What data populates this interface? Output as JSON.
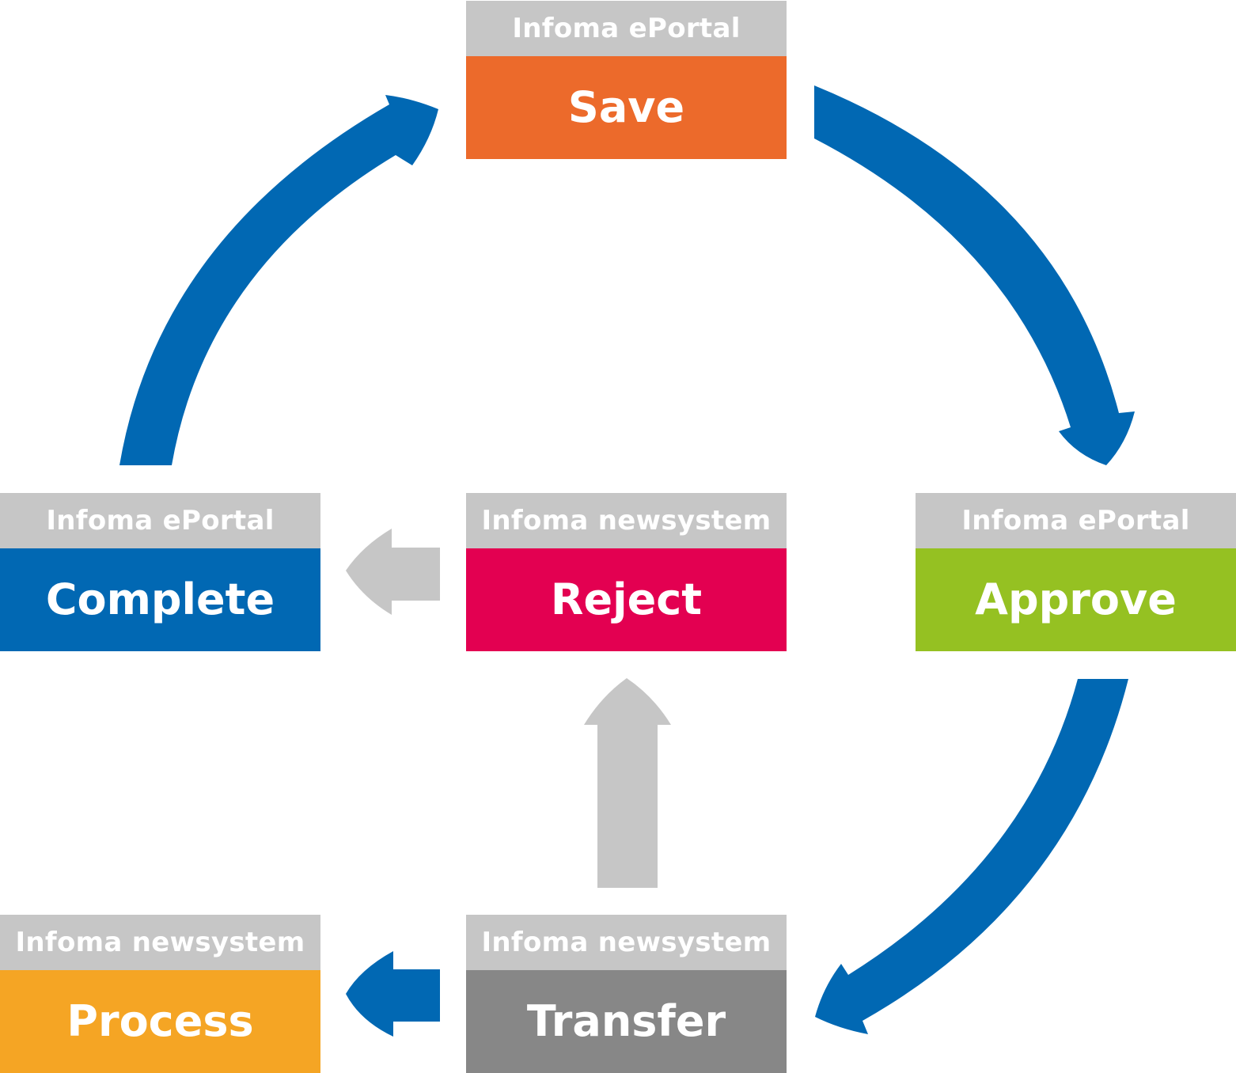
{
  "colors": {
    "header_gray": "#c6c6c6",
    "arrow_blue": "#0168b3",
    "arrow_gray": "#c6c6c6",
    "save": "#ec6a2b",
    "approve": "#95c122",
    "complete": "#0168b3",
    "reject": "#e30051",
    "process": "#f5a524",
    "transfer": "#878787"
  },
  "nodes": {
    "save": {
      "system": "Infoma ePortal",
      "step": "Save"
    },
    "approve": {
      "system": "Infoma ePortal",
      "step": "Approve"
    },
    "complete": {
      "system": "Infoma ePortal",
      "step": "Complete"
    },
    "reject": {
      "system": "Infoma newsystem",
      "step": "Reject"
    },
    "process": {
      "system": "Infoma newsystem",
      "step": "Process"
    },
    "transfer": {
      "system": "Infoma newsystem",
      "step": "Transfer"
    }
  }
}
